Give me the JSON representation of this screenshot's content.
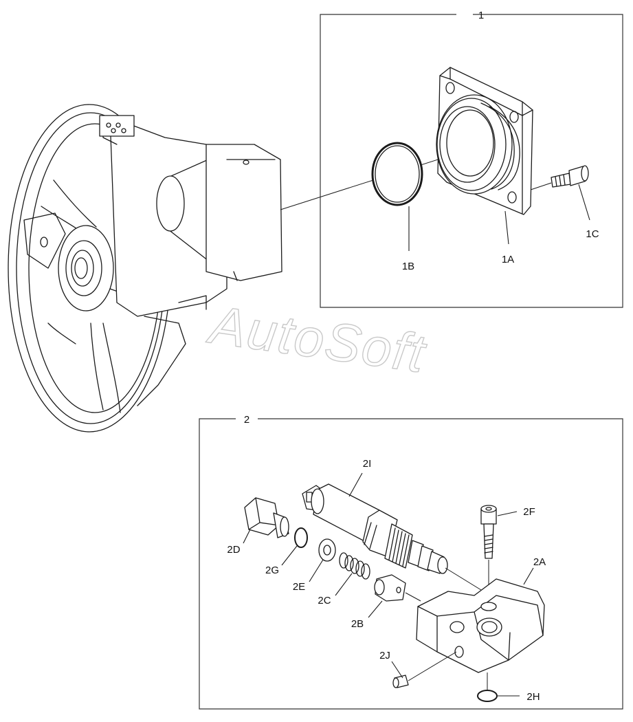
{
  "watermark": "AutoSoft",
  "groups": [
    {
      "number": "1",
      "callouts": [
        "1A",
        "1B",
        "1C"
      ]
    },
    {
      "number": "2",
      "callouts": [
        "2A",
        "2B",
        "2C",
        "2D",
        "2E",
        "2F",
        "2G",
        "2H",
        "2I",
        "2J"
      ]
    }
  ]
}
